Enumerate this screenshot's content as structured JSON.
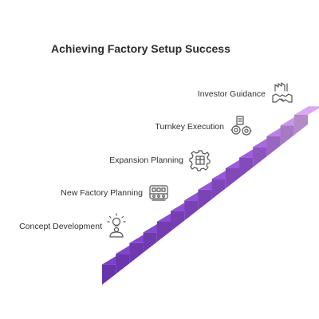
{
  "title": "Achieving Factory Setup Success",
  "stages": [
    {
      "label": "Concept Development",
      "icon": "lightbulb-person-icon"
    },
    {
      "label": "New Factory Planning",
      "icon": "factory-conveyor-icon"
    },
    {
      "label": "Expansion Planning",
      "icon": "gear-building-icon"
    },
    {
      "label": "Turnkey Execution",
      "icon": "gears-building-icon"
    },
    {
      "label": "Investor Guidance",
      "icon": "handshake-factory-icon"
    }
  ],
  "colors": {
    "step_dark": "#7e3fd1",
    "step_mid": "#a25de2",
    "step_light": "#dba8f3",
    "icon_stroke": "#555555"
  }
}
